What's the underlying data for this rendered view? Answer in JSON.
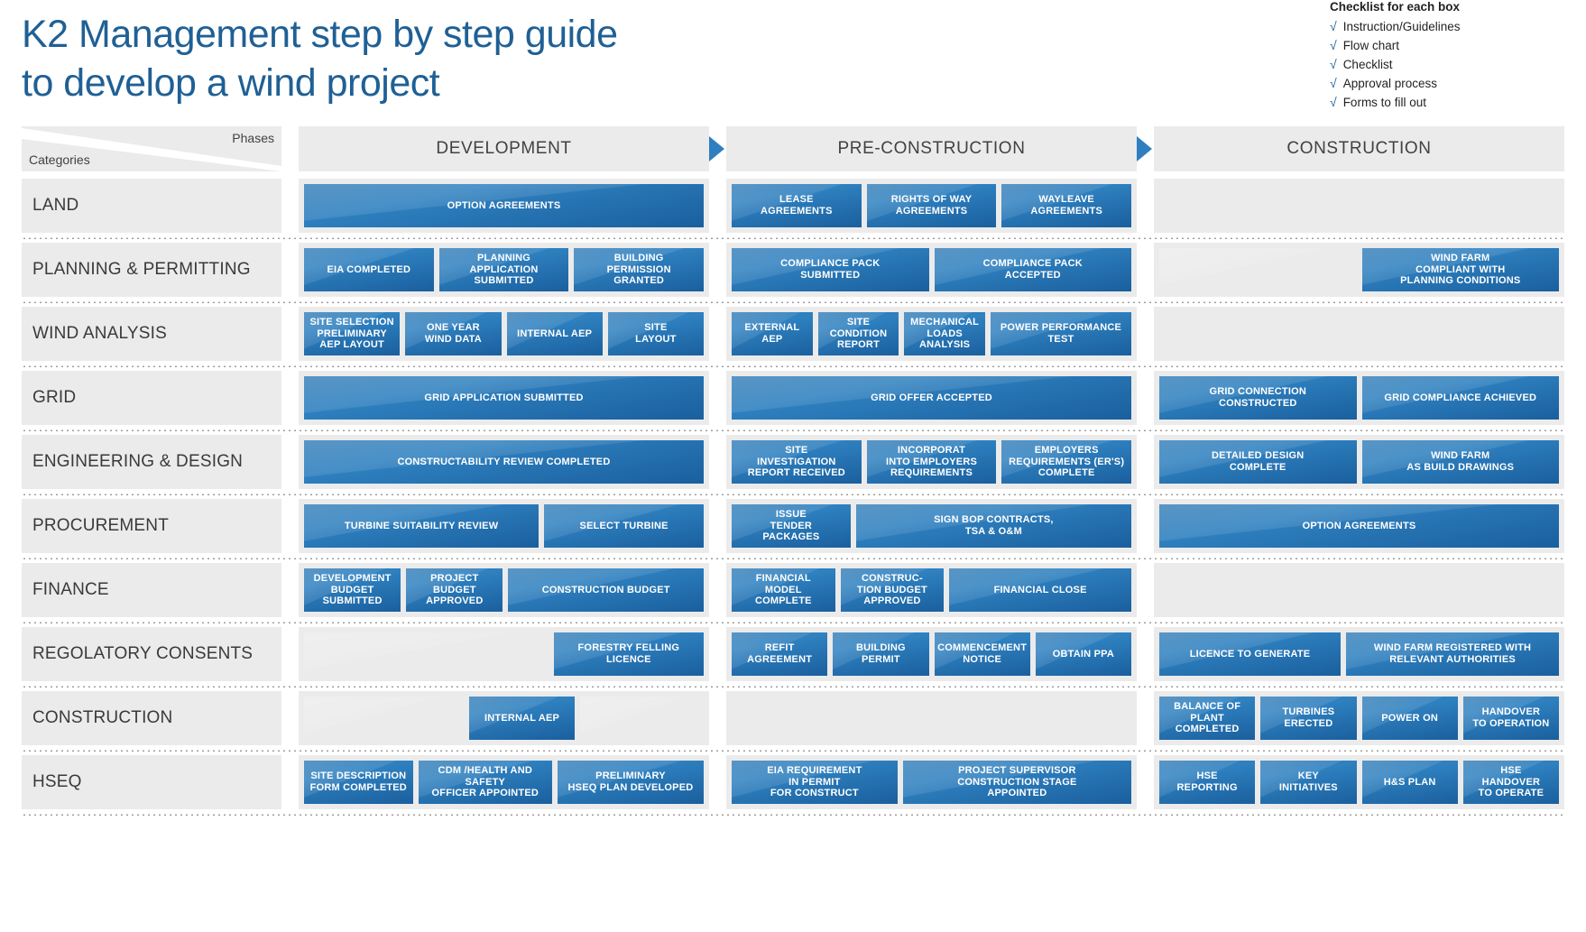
{
  "header": {
    "title": "K2 Management step by step guide\nto develop a wind project",
    "checklist_title": "Checklist for each box",
    "checklist_items": [
      "Instruction/Guidelines",
      "Flow chart",
      "Checklist",
      "Approval process",
      "Forms to fill out"
    ],
    "check_glyph": "√"
  },
  "grid": {
    "corner": {
      "phases_label": "Phases",
      "categories_label": "Categories"
    },
    "phases": [
      "DEVELOPMENT",
      "PRE-CONSTRUCTION",
      "CONSTRUCTION"
    ],
    "rows": [
      {
        "category": "LAND",
        "development": [
          {
            "label": "OPTION AGREEMENTS",
            "flex": 12
          }
        ],
        "preconstruction": [
          {
            "label": "LEASE\nAGREEMENTS",
            "flex": 4
          },
          {
            "label": "RIGHTS OF WAY\nAGREEMENTS",
            "flex": 4
          },
          {
            "label": "WAYLEAVE\nAGREEMENTS",
            "flex": 4
          }
        ],
        "construction": []
      },
      {
        "category": "PLANNING & PERMITTING",
        "development": [
          {
            "label": "EIA COMPLETED",
            "flex": 4
          },
          {
            "label": "PLANNING\nAPPLICATION\nSUBMITTED",
            "flex": 4
          },
          {
            "label": "BUILDING\nPERMISSION\nGRANTED",
            "flex": 4
          }
        ],
        "preconstruction": [
          {
            "label": "COMPLIANCE PACK\nSUBMITTED",
            "flex": 6
          },
          {
            "label": "COMPLIANCE PACK\nACCEPTED",
            "flex": 6
          }
        ],
        "construction": [
          {
            "label": "",
            "flex": 6,
            "empty": true
          },
          {
            "label": "WIND FARM\nCOMPLIANT WITH\nPLANNING CONDITIONS",
            "flex": 6
          }
        ]
      },
      {
        "category": "WIND ANALYSIS",
        "development": [
          {
            "label": "SITE SELECTION\nPRELIMINARY\nAEP LAYOUT",
            "flex": 3
          },
          {
            "label": "ONE YEAR\nWIND DATA",
            "flex": 3
          },
          {
            "label": "INTERNAL AEP",
            "flex": 3
          },
          {
            "label": "SITE\nLAYOUT",
            "flex": 3
          }
        ],
        "preconstruction": [
          {
            "label": "EXTERNAL AEP",
            "flex": 3
          },
          {
            "label": "SITE\nCONDITION\nREPORT",
            "flex": 3
          },
          {
            "label": "MECHANICAL\nLOADS\nANALYSIS",
            "flex": 3
          },
          {
            "label": "POWER PERFORMANCE TEST",
            "flex": 5.5
          }
        ],
        "construction": []
      },
      {
        "category": "GRID",
        "development": [
          {
            "label": "GRID APPLICATION SUBMITTED",
            "flex": 12
          }
        ],
        "preconstruction": [
          {
            "label": "GRID OFFER ACCEPTED",
            "flex": 12
          }
        ],
        "construction": [
          {
            "label": "GRID CONNECTION\nCONSTRUCTED",
            "flex": 6
          },
          {
            "label": "GRID COMPLIANCE ACHIEVED",
            "flex": 6
          }
        ]
      },
      {
        "category": "ENGINEERING & DESIGN",
        "development": [
          {
            "label": "CONSTRUCTABILITY REVIEW COMPLETED",
            "flex": 12
          }
        ],
        "preconstruction": [
          {
            "label": "SITE\nINVESTIGATION\nREPORT RECEIVED",
            "flex": 4
          },
          {
            "label": "INCORPORAT\nINTO EMPLOYERS\nREQUIREMENTS",
            "flex": 4
          },
          {
            "label": "EMPLOYERS\nREQUIREMENTS (ER'S)\nCOMPLETE",
            "flex": 4
          }
        ],
        "construction": [
          {
            "label": "DETAILED DESIGN\nCOMPLETE",
            "flex": 6
          },
          {
            "label": "WIND FARM\nAS BUILD DRAWINGS",
            "flex": 6
          }
        ]
      },
      {
        "category": "PROCUREMENT",
        "development": [
          {
            "label": "TURBINE SUITABILITY REVIEW",
            "flex": 7.5
          },
          {
            "label": "SELECT TURBINE",
            "flex": 5
          }
        ],
        "preconstruction": [
          {
            "label": "ISSUE\nTENDER\nPACKAGES",
            "flex": 3.3
          },
          {
            "label": "SIGN BOP CONTRACTS,\nTSA & O&M",
            "flex": 8
          }
        ],
        "construction": [
          {
            "label": "OPTION AGREEMENTS",
            "flex": 12
          }
        ]
      },
      {
        "category": "FINANCE",
        "development": [
          {
            "label": "DEVELOPMENT\nBUDGET\nSUBMITTED",
            "flex": 4
          },
          {
            "label": "PROJECT\nBUDGET\nAPPROVED",
            "flex": 4
          },
          {
            "label": "CONSTRUCTION BUDGET",
            "flex": 8.5
          }
        ],
        "preconstruction": [
          {
            "label": "FINANCIAL\nMODEL\nCOMPLETE",
            "flex": 3
          },
          {
            "label": "CONSTRUC-\nTION BUDGET\nAPPROVED",
            "flex": 3
          },
          {
            "label": "FINANCIAL CLOSE",
            "flex": 5.5
          }
        ],
        "construction": []
      },
      {
        "category": "REGOLATORY CONSENTS",
        "development": [
          {
            "label": "",
            "flex": 7.5,
            "empty": true
          },
          {
            "label": "FORESTRY FELLING\nLICENCE",
            "flex": 4.5
          }
        ],
        "preconstruction": [
          {
            "label": "REFIT\nAGREEMENT",
            "flex": 3
          },
          {
            "label": "BUILDING\nPERMIT",
            "flex": 3
          },
          {
            "label": "COMMENCEMENT\nNOTICE",
            "flex": 3
          },
          {
            "label": "OBTAIN PPA",
            "flex": 3
          }
        ],
        "construction": [
          {
            "label": "LICENCE TO GENERATE",
            "flex": 5.5
          },
          {
            "label": "WIND FARM REGISTERED WITH\nRELEVANT AUTHORITIES",
            "flex": 6.5
          }
        ]
      },
      {
        "category": "CONSTRUCTION",
        "development": [
          {
            "label": "",
            "flex": 5,
            "empty": true
          },
          {
            "label": "INTERNAL AEP",
            "flex": 3.2
          },
          {
            "label": "",
            "flex": 3.8,
            "empty": true
          }
        ],
        "preconstruction": [],
        "construction": [
          {
            "label": "BALANCE OF\nPLANT\nCOMPLETED",
            "flex": 3
          },
          {
            "label": "TURBINES\nERECTED",
            "flex": 3
          },
          {
            "label": "POWER ON",
            "flex": 3
          },
          {
            "label": "HANDOVER\nTO OPERATION",
            "flex": 3
          }
        ]
      },
      {
        "category": "HSEQ",
        "development": [
          {
            "label": "SITE DESCRIPTION\nFORM COMPLETED",
            "flex": 4
          },
          {
            "label": "CDM /HEALTH AND SAFETY\nOFFICER APPOINTED",
            "flex": 5
          },
          {
            "label": "PRELIMINARY\nHSEQ PLAN DEVELOPED",
            "flex": 5.5
          }
        ],
        "preconstruction": [
          {
            "label": "EIA REQUIREMENT\nIN PERMIT\nFOR CONSTRUCT",
            "flex": 5
          },
          {
            "label": "PROJECT SUPERVISOR\nCONSTRUCTION STAGE\nAPPOINTED",
            "flex": 7
          }
        ],
        "construction": [
          {
            "label": "HSE\nREPORTING",
            "flex": 3
          },
          {
            "label": "KEY\nINITIATIVES",
            "flex": 3
          },
          {
            "label": "H&S PLAN",
            "flex": 3
          },
          {
            "label": "HSE\nHANDOVER\nTO OPERATE",
            "flex": 3
          }
        ]
      }
    ]
  },
  "colors": {
    "title": "#1f6095",
    "cell_bg": "#ebebeb",
    "box_blue": "#2a77b4",
    "arrow_blue": "#2f7fc0"
  }
}
